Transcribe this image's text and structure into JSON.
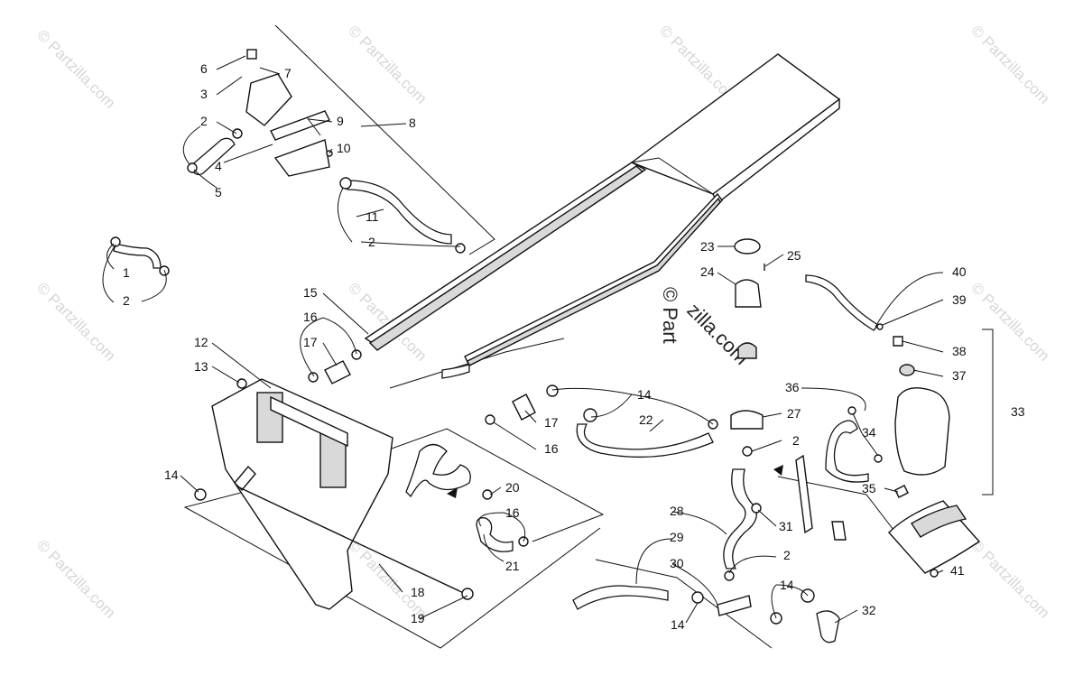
{
  "watermark": {
    "text": "© Partzilla.com",
    "center_text_line1": "© Part",
    "center_text_line2": "zilla.com"
  },
  "callouts": [
    "1",
    "2",
    "3",
    "4",
    "5",
    "6",
    "7",
    "8",
    "9",
    "10",
    "11",
    "12",
    "13",
    "14",
    "15",
    "16",
    "17",
    "18",
    "19",
    "20",
    "21",
    "22",
    "23",
    "24",
    "25",
    "27",
    "28",
    "29",
    "30",
    "31",
    "32",
    "33",
    "34",
    "35",
    "36",
    "37",
    "38",
    "39",
    "40",
    "41"
  ],
  "labels": {
    "c1": "1",
    "c2a": "2",
    "c2b": "2",
    "c2c": "2",
    "c2d": "2",
    "c2e": "2",
    "c3": "3",
    "c4": "4",
    "c5": "5",
    "c6": "6",
    "c7": "7",
    "c8": "8",
    "c9": "9",
    "c10": "10",
    "c11": "11",
    "c12": "12",
    "c13": "13",
    "c14a": "14",
    "c14b": "14",
    "c14c": "14",
    "c14d": "14",
    "c15": "15",
    "c16a": "16",
    "c16b": "16",
    "c16c": "16",
    "c17a": "17",
    "c17b": "17",
    "c18": "18",
    "c19": "19",
    "c20": "20",
    "c21": "21",
    "c22": "22",
    "c23": "23",
    "c24": "24",
    "c25": "25",
    "c27": "27",
    "c28": "28",
    "c29": "29",
    "c30": "30",
    "c31": "31",
    "c32": "32",
    "c33": "33",
    "c34": "34",
    "c35": "35",
    "c36": "36",
    "c37": "37",
    "c38": "38",
    "c39": "39",
    "c40": "40",
    "c41": "41"
  }
}
